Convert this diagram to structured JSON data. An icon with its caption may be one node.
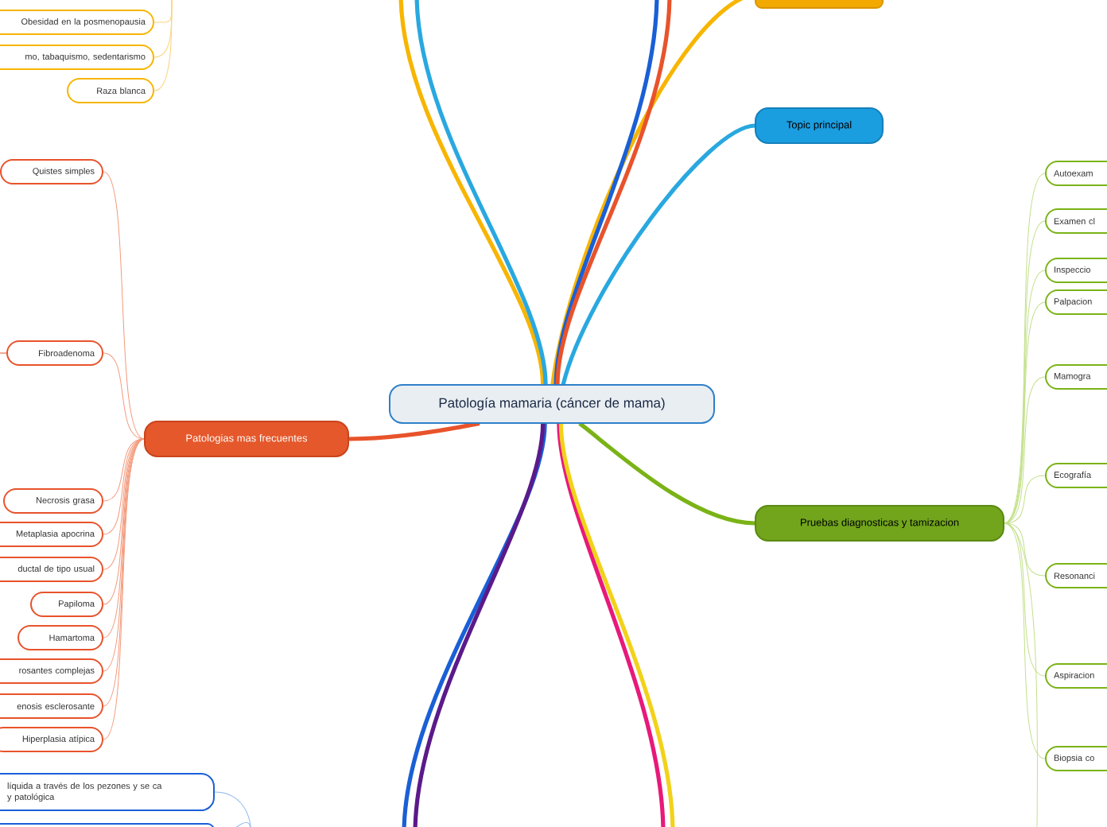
{
  "diagram": {
    "nodes": [
      {
        "text": [
          "Patología mamaria (cáncer de mama)"
        ]
      },
      {
        "text": [
          "Patologias mas frecuentes"
        ]
      },
      {
        "text": [
          "Topic principal"
        ]
      },
      {
        "text": [
          "Pruebas diagnosticas y tamizacion"
        ]
      },
      {
        "text": [],
        "shape": "box"
      },
      {
        "text": [
          "Obesidad en la posmenopausia"
        ]
      },
      {
        "text": [
          "mo, tabaquismo, sedentarismo"
        ]
      },
      {
        "text": [
          "Raza blanca"
        ]
      },
      {
        "text": [
          "Quistes simples"
        ]
      },
      {
        "text": [
          "Fibroadenoma"
        ]
      },
      {
        "text": [
          "Necrosis grasa"
        ]
      },
      {
        "text": [
          "Metaplasia apocrina"
        ]
      },
      {
        "text": [
          "ductal de tipo usual"
        ]
      },
      {
        "text": [
          "Papiloma"
        ]
      },
      {
        "text": [
          "Hamartoma"
        ]
      },
      {
        "text": [
          "rosantes complejas"
        ]
      },
      {
        "text": [
          "enosis esclerosante"
        ]
      },
      {
        "text": [
          "Hiperplasia atípica"
        ]
      },
      {
        "text": [
          "líquida a través de los pezones y se ca y patológica"
        ]
      },
      {
        "text": [],
        "shape": "box"
      },
      {
        "text": [
          "Autoexam"
        ]
      },
      {
        "text": [
          "Examen cl"
        ]
      },
      {
        "text": [
          "Inspeccio"
        ]
      },
      {
        "text": [
          "Palpacion"
        ]
      },
      {
        "text": [
          "Mamogra"
        ]
      },
      {
        "text": [
          "Ecografía"
        ]
      },
      {
        "text": [
          "Resonanci"
        ]
      },
      {
        "text": [
          "Aspiracion"
        ]
      },
      {
        "text": [
          "Biopsia co"
        ]
      }
    ],
    "edges": [
      {
        "from": 0,
        "to": 1,
        "arrow": "none",
        "style": "thick",
        "color": "#e8532b"
      },
      {
        "from": 0,
        "to": 2,
        "arrow": "none",
        "style": "thick",
        "color": "#29a8e0"
      },
      {
        "from": 0,
        "to": 3,
        "arrow": "none",
        "style": "thick",
        "color": "#7ab317"
      },
      {
        "from": 0,
        "to": 4,
        "arrow": "none",
        "style": "thick",
        "color": "#f7b500"
      },
      {
        "from": 0,
        "to": null,
        "arrow": "none",
        "style": "thick",
        "color": "#f7b500"
      },
      {
        "from": 0,
        "to": null,
        "arrow": "none",
        "style": "thick",
        "color": "#29a8e0"
      },
      {
        "from": 0,
        "to": null,
        "arrow": "none",
        "style": "thick",
        "color": "#1a5fd6"
      },
      {
        "from": 0,
        "to": null,
        "arrow": "none",
        "style": "thick",
        "color": "#e8532b"
      },
      {
        "from": 0,
        "to": null,
        "arrow": "none",
        "style": "thick",
        "color": "#1a5fd6"
      },
      {
        "from": 0,
        "to": null,
        "arrow": "none",
        "style": "thick",
        "color": "#5b1a8a"
      },
      {
        "from": 0,
        "to": null,
        "arrow": "none",
        "style": "thick",
        "color": "#e8197a"
      },
      {
        "from": 0,
        "to": null,
        "arrow": "none",
        "style": "thick",
        "color": "#f2d21a"
      },
      {
        "from": 1,
        "to": 8,
        "arrow": "none",
        "color": "#f39a7c"
      },
      {
        "from": 1,
        "to": 9,
        "arrow": "none",
        "color": "#f39a7c"
      },
      {
        "from": 1,
        "to": 10,
        "arrow": "none",
        "color": "#f39a7c"
      },
      {
        "from": 1,
        "to": 11,
        "arrow": "none",
        "color": "#f39a7c"
      },
      {
        "from": 1,
        "to": 12,
        "arrow": "none",
        "color": "#f39a7c"
      },
      {
        "from": 1,
        "to": 13,
        "arrow": "none",
        "color": "#f39a7c"
      },
      {
        "from": 1,
        "to": 14,
        "arrow": "none",
        "color": "#f39a7c"
      },
      {
        "from": 1,
        "to": 15,
        "arrow": "none",
        "color": "#f39a7c"
      },
      {
        "from": 1,
        "to": 16,
        "arrow": "none",
        "color": "#f39a7c"
      },
      {
        "from": 1,
        "to": 17,
        "arrow": "none",
        "color": "#f39a7c"
      },
      {
        "from": 9,
        "to": null,
        "arrow": "none",
        "color": "#e8532b"
      },
      {
        "from": null,
        "to": 5,
        "arrow": "none",
        "color": "#fbd27a"
      },
      {
        "from": null,
        "to": 6,
        "arrow": "none",
        "color": "#fbd27a"
      },
      {
        "from": null,
        "to": 7,
        "arrow": "none",
        "color": "#fbd27a"
      },
      {
        "from": null,
        "to": 18,
        "arrow": "none",
        "color": "#8fb8ee"
      },
      {
        "from": null,
        "to": 19,
        "arrow": "none",
        "color": "#8fb8ee"
      },
      {
        "from": 3,
        "to": 20,
        "arrow": "none",
        "color": "#c2e08a"
      },
      {
        "from": 3,
        "to": 21,
        "arrow": "none",
        "color": "#c2e08a"
      },
      {
        "from": 3,
        "to": 22,
        "arrow": "none",
        "color": "#c2e08a"
      },
      {
        "from": 3,
        "to": 23,
        "arrow": "none",
        "color": "#c2e08a"
      },
      {
        "from": 3,
        "to": 24,
        "arrow": "none",
        "color": "#c2e08a"
      },
      {
        "from": 3,
        "to": 25,
        "arrow": "none",
        "color": "#c2e08a"
      },
      {
        "from": 3,
        "to": 26,
        "arrow": "none",
        "color": "#c2e08a"
      },
      {
        "from": 3,
        "to": 27,
        "arrow": "none",
        "color": "#c2e08a"
      },
      {
        "from": 3,
        "to": 28,
        "arrow": "none",
        "color": "#c2e08a"
      },
      {
        "from": 3,
        "to": null,
        "arrow": "none",
        "color": "#c2e08a"
      }
    ]
  }
}
